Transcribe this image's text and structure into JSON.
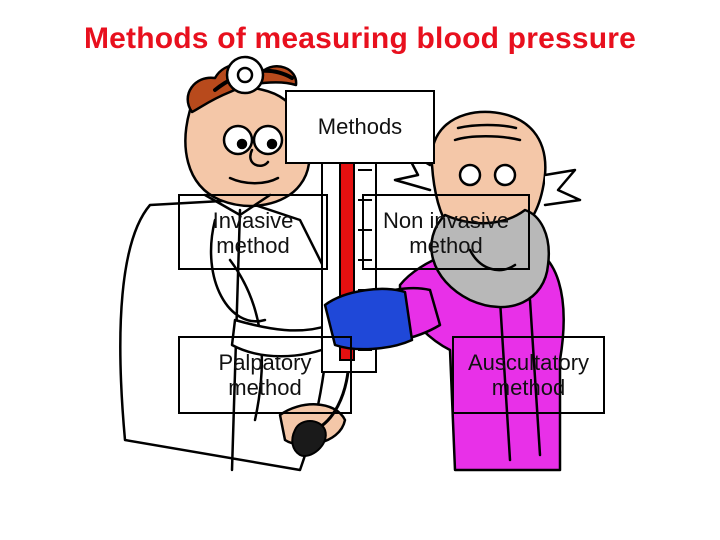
{
  "title": "Methods of measuring blood pressure",
  "colors": {
    "title": "#e8101e",
    "coat": "#ffffff",
    "robe": "#e830e8",
    "cuff": "#1f48d8",
    "mercury": "#e41010"
  },
  "diagram": {
    "root": {
      "label": "Methods"
    },
    "branches": [
      {
        "label_line1": "Invasive",
        "label_line2": "method"
      },
      {
        "label_line1": "Non invasive",
        "label_line2": "method"
      }
    ],
    "leaves": [
      {
        "label_line1": "Palpatory",
        "label_line2": "method"
      },
      {
        "label_line1": "Auscultatory",
        "label_line2": "method"
      }
    ]
  },
  "illustration": {
    "subjects": [
      "doctor",
      "patient",
      "sphygmomanometer",
      "blood-pressure-cuff",
      "bulb-pump"
    ]
  }
}
